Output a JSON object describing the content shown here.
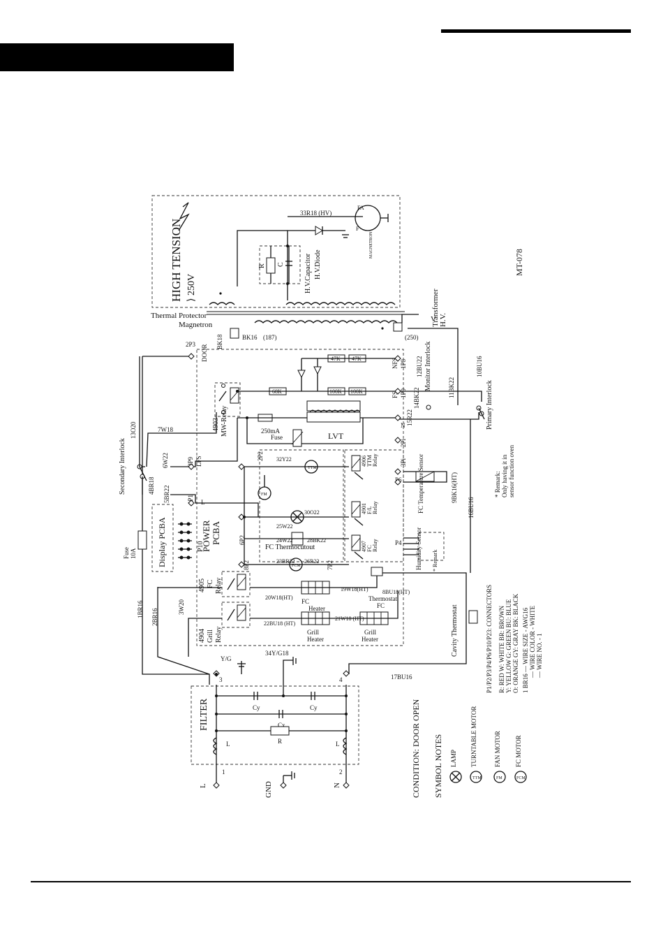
{
  "labels": {
    "high_tension": "HIGH TENSION",
    "hv_value": "⟩ 250V",
    "model": "MT-078",
    "condition": "CONDITION: DOOR OPEN",
    "symbol_notes": "SYMBOL NOTES",
    "lamp": "LAMP",
    "turntable_motor": "TURNTABLE MOTOR",
    "fan_motor": "FAN MOTOR",
    "fc_motor": "FC MOTOR",
    "filter": "FILTER",
    "gnd": "GND",
    "terminal_l": "L",
    "terminal_n": "N",
    "pcba_display": "Display PCBA",
    "pcba_power": "POWER PCBA",
    "fuse_main": "Fuse 10A",
    "fuse_pcb": "Fuse 250mA",
    "secondary_interlock": "Secondary Interlock",
    "primary_interlock": "Primary Interlock",
    "monitor_interlock": "Monitor Interlock",
    "thermal_protector": "Thermal Protector",
    "magnetron_tp": "Magnetron",
    "hv_transformer_1": "H.V.",
    "hv_transformer_2": "Transformer",
    "hv_capacitor": "H.V.Capacitor",
    "hv_diode": "H.V.Diode",
    "magnetron": "MAGNETRON",
    "cavity_thermostat": "Cavity Thermostat",
    "fc_thermostat": "FC Thermostat",
    "fc_temp_sensor": "FC Temperature Sensor",
    "humidity_sensor": "Humidity Sensor",
    "remark_mark": "* Remark",
    "remark_title": "* Remark:",
    "remark_line1": "Only having it in",
    "remark_line2": "sensor function oven",
    "relay_mw": "4903 MW-Relay",
    "relay_fc": "4905 FC Relay",
    "relay_grill": "4904 Grill Relay",
    "relay_ttm": "4906 TTM Relay",
    "relay_fl": "4901 F/L Relay",
    "relay_fc2": "4907 FC Relay",
    "lvt": "LVT",
    "fc_heater": "FC Heater",
    "grill_heater": "Grill Heater",
    "fc_thermocutout": "FC Thermocutout",
    "door": "DOOR",
    "nfs": "NFS",
    "fs": "FS",
    "lfs": "LFS",
    "cx": "Cx",
    "cy": "Cy",
    "r": "R",
    "c": "C"
  },
  "wires": {
    "w_1br16": "1BR16",
    "w_2br16": "2BR16",
    "w_3w20": "3W20",
    "w_4br18": "4BR18",
    "w_5br22": "5BR22",
    "w_6w22": "6W22",
    "w_7w18": "7W18",
    "w_13o20": "13O20",
    "w_bk18": "BK18",
    "w_bk16": "BK16",
    "w_187": "(187)",
    "w_250": "(250)",
    "w_10bu16": "10BU16",
    "w_11bk22": "11BK22",
    "w_12bu22": "12BU22",
    "w_14bk22": "14BK22",
    "w_15r22": "15R22",
    "w_16bu16": "16BU16",
    "w_17bu16": "17BU16",
    "w_9bk16": "9BK16(HT)",
    "w_8bu18": "8BU18(HT)",
    "w_19w18": "19W18(HT)",
    "w_20w18": "20W18(HT)",
    "w_21w18": "21W18 (HT)",
    "w_22bu18": "22BU18 (HT)",
    "w_23br22": "23BR22",
    "w_24w22": "24W22",
    "w_25w22": "25W22",
    "w_26r22": "26R22",
    "w_28bk22": "28BK22",
    "w_30o22": "30O22",
    "w_32y22": "32Y22",
    "w_34y": "34Y/G18",
    "w_yg": "Y/G",
    "w_33r18": "33R18 (HV)",
    "conn_2p3": "2P3",
    "conn_2p9": "2P9",
    "conn_1p1": "1P1",
    "conn_8p2": "8P2",
    "conn_7p2": "7P2",
    "conn_6p2": "6P2",
    "conn_2p2": "2P2",
    "conn_p10": "P10",
    "conn_p4": "P4",
    "conn_p6": "P6",
    "conn_3pi": "3Pi",
    "conn_2pi": "2Pi",
    "conn_1p9": "1P9",
    "conn_1p8": "1P8",
    "res_68k": "68K",
    "res_100k_a": "100K",
    "res_100k_b": "100K",
    "res_47k_a": "47K",
    "res_47k_b": "47K",
    "term_1": "1",
    "term_2": "2",
    "term_3": "3",
    "term_4": "4"
  },
  "legend": {
    "connectors": "P1/P2/P3/P4/P6/P10/P23: CONNECTORS",
    "row1": "R: RED      W: WHITE      BR: BROWN",
    "row2": "Y: YELLOW   G: GREEN      BU: BLUE",
    "row3": "O: ORANGE   GY: GRAY      BK: BLACK",
    "wire_size": "1 BR16 — WIRE SIZE - AWG16",
    "wire_color": "— WIRE COLOR - WHITE",
    "wire_no": "— WIRE NO. - 1"
  }
}
